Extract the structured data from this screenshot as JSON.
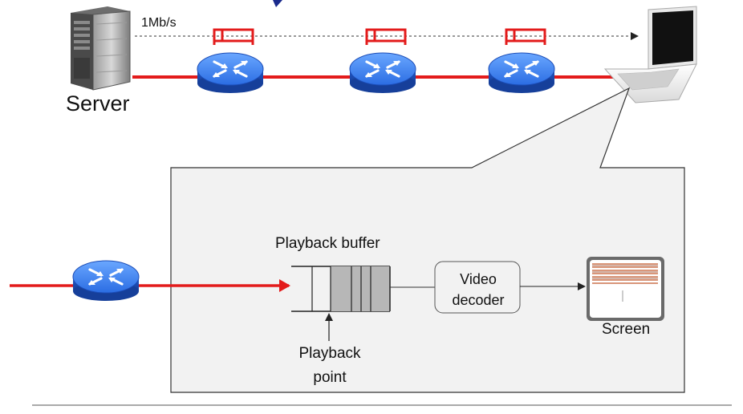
{
  "labels": {
    "link_rate": "1Mb/s",
    "server": "Server",
    "playback_buffer": "Playback buffer",
    "video_decoder_line1": "Video",
    "video_decoder_line2": "decoder",
    "screen": "Screen",
    "playback_point_line1": "Playback",
    "playback_point_line2": "point"
  },
  "colors": {
    "link_red": "#e31b1b",
    "router_blue": "#1f5fd8",
    "panel_bg": "#f2f2f2",
    "buffer_filled": "#b7b7b7",
    "title_navy": "#1a2a8c"
  },
  "icons": [
    "server-icon",
    "router-icon",
    "laptop-icon",
    "packet-icon",
    "screen-icon"
  ]
}
